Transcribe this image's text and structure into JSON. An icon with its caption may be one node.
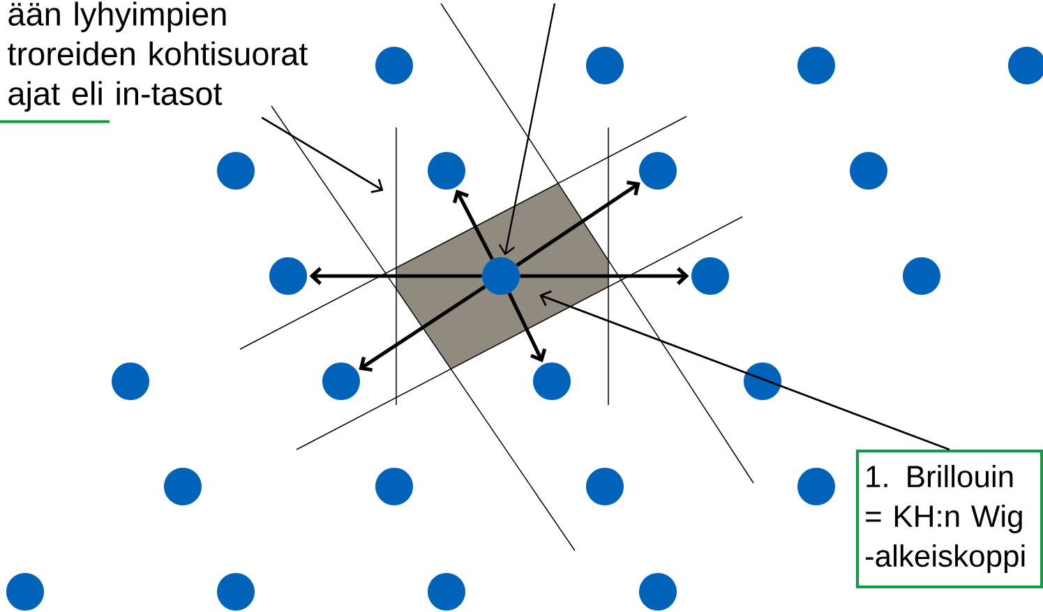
{
  "diagram": {
    "nodes": [
      {
        "text": [
          "ään lyhyimpien troreiden kohtisuorat ajat eli in-tasot"
        ]
      },
      {
        "text": [],
        "shape": "hexagon"
      },
      {
        "text": [],
        "shape": "circle"
      },
      {
        "text": [],
        "shape": "circle"
      },
      {
        "text": [],
        "shape": "circle"
      },
      {
        "text": [],
        "shape": "circle"
      },
      {
        "text": [],
        "shape": "circle"
      },
      {
        "text": [],
        "shape": "circle"
      },
      {
        "text": [],
        "shape": "circle"
      },
      {
        "text": [],
        "shape": "circle"
      },
      {
        "text": [],
        "shape": "circle"
      },
      {
        "text": [],
        "shape": "circle",
        "in": 1
      },
      {
        "text": [],
        "shape": "circle"
      },
      {
        "text": [],
        "shape": "circle"
      },
      {
        "text": [],
        "shape": "circle"
      },
      {
        "text": [],
        "shape": "circle"
      },
      {
        "text": [],
        "shape": "circle"
      },
      {
        "text": [],
        "shape": "circle"
      },
      {
        "text": [],
        "shape": "circle"
      },
      {
        "text": [],
        "shape": "circle"
      },
      {
        "text": [],
        "shape": "circle"
      },
      {
        "text": [],
        "shape": "circle"
      },
      {
        "text": [],
        "shape": "circle"
      },
      {
        "text": [],
        "shape": "circle"
      },
      {
        "text": [],
        "shape": "circle"
      },
      {
        "text": [],
        "shape": "circle"
      },
      {
        "text": [
          "1. Brillouin = KH:n Wig -alkeiskoppi"
        ]
      }
    ],
    "edges": [
      {
        "from": 0,
        "to": null,
        "arrow": "to"
      },
      {
        "from": null,
        "to": 11,
        "arrow": "to"
      },
      {
        "from": 26,
        "to": 1,
        "arrow": "to"
      },
      {
        "from": 11,
        "to": 7,
        "arrow": "to"
      },
      {
        "from": 11,
        "to": 8,
        "arrow": "to"
      },
      {
        "from": 11,
        "to": 10,
        "arrow": "to"
      },
      {
        "from": 11,
        "to": 12,
        "arrow": "to"
      },
      {
        "from": 11,
        "to": 15,
        "arrow": "to"
      },
      {
        "from": 11,
        "to": 16,
        "arrow": "to"
      }
    ]
  }
}
